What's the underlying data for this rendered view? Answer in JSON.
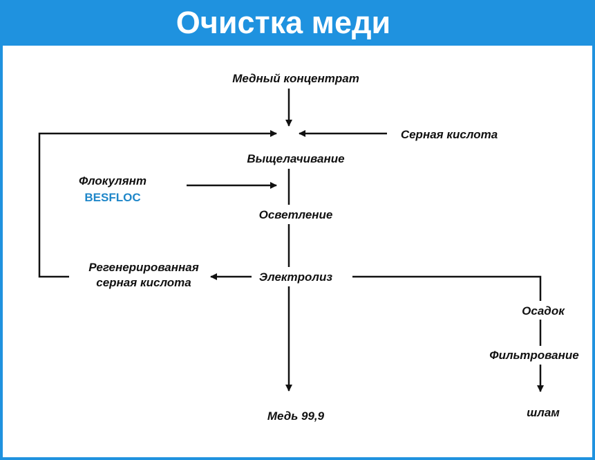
{
  "title": "Очистка меди",
  "colors": {
    "accent": "#1f92df",
    "line": "#111111",
    "brand": "#1f87c9"
  },
  "nodes": {
    "concentrate": "Медный концентрат",
    "sulfuric_acid": "Серная кислота",
    "leaching": "Выщелачивание",
    "flocculant": "Флокулянт",
    "besfloc": "BESFLOC",
    "clarification": "Осветление",
    "electrolysis": "Электролиз",
    "regenerated_acid_line1": "Регенерированная",
    "regenerated_acid_line2": "серная кислота",
    "sediment": "Осадок",
    "filtration": "Фильтрование",
    "copper": "Медь 99,9",
    "sludge": "шлам"
  }
}
